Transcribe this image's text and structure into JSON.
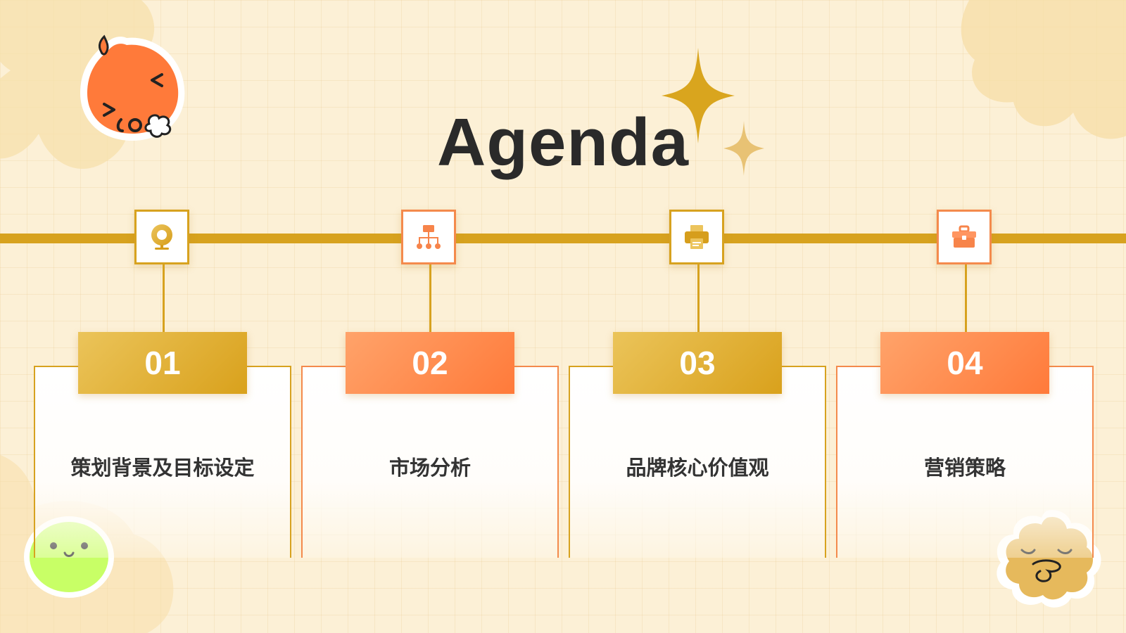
{
  "slide": {
    "title": "Agenda",
    "items": [
      {
        "number": "01",
        "label": "策划背景及目标设定",
        "icon": "webcam-icon",
        "accent": "gold"
      },
      {
        "number": "02",
        "label": "市场分析",
        "icon": "org-chart-icon",
        "accent": "orange"
      },
      {
        "number": "03",
        "label": "品牌核心价值观",
        "icon": "printer-icon",
        "accent": "gold"
      },
      {
        "number": "04",
        "label": "营销策略",
        "icon": "toolbox-icon",
        "accent": "orange"
      }
    ]
  },
  "colors": {
    "background": "#fcf0d6",
    "gold": "#d7a21f",
    "orange": "#f48a4c",
    "title": "#2a2a2a",
    "mascot_orange": "#ff7a3a",
    "mascot_green": "#c8ff66",
    "mascot_yellow": "#e6b95c"
  }
}
